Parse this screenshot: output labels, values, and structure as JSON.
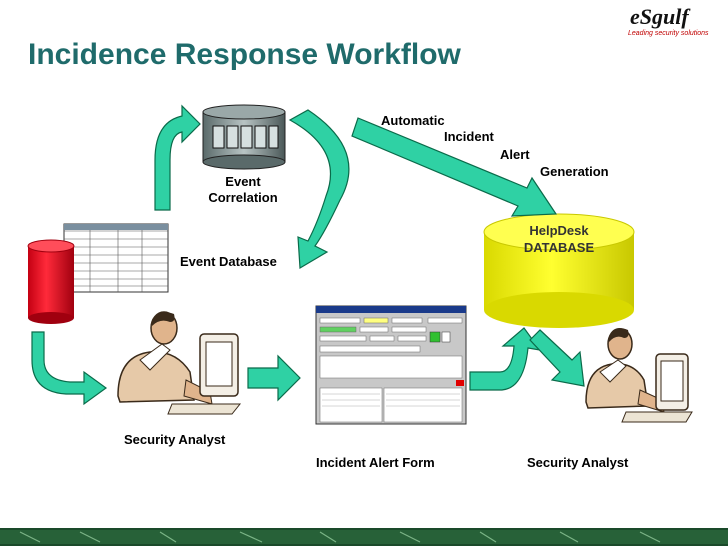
{
  "title": "Incidence Response Workflow",
  "logo": {
    "name": "eSgulf",
    "tagline": "Leading security solutions"
  },
  "labels": {
    "event_correlation_line1": "Event",
    "event_correlation_line2": "Correlation",
    "event_database": "Event Database",
    "automatic": "Automatic",
    "incident": "Incident",
    "alert": "Alert",
    "generation": "Generation",
    "helpdesk_line1": "HelpDesk",
    "helpdesk_line2": "DATABASE",
    "security_analyst_left": "Security Analyst",
    "incident_alert_form": "Incident Alert Form",
    "security_analyst_right": "Security Analyst"
  },
  "colors": {
    "title": "#1f6b6b",
    "arrow_fill": "#2fd1a4",
    "arrow_stroke": "#0a6b4a",
    "helpdesk_db": "#ffff00",
    "event_db": "#e0001a"
  }
}
